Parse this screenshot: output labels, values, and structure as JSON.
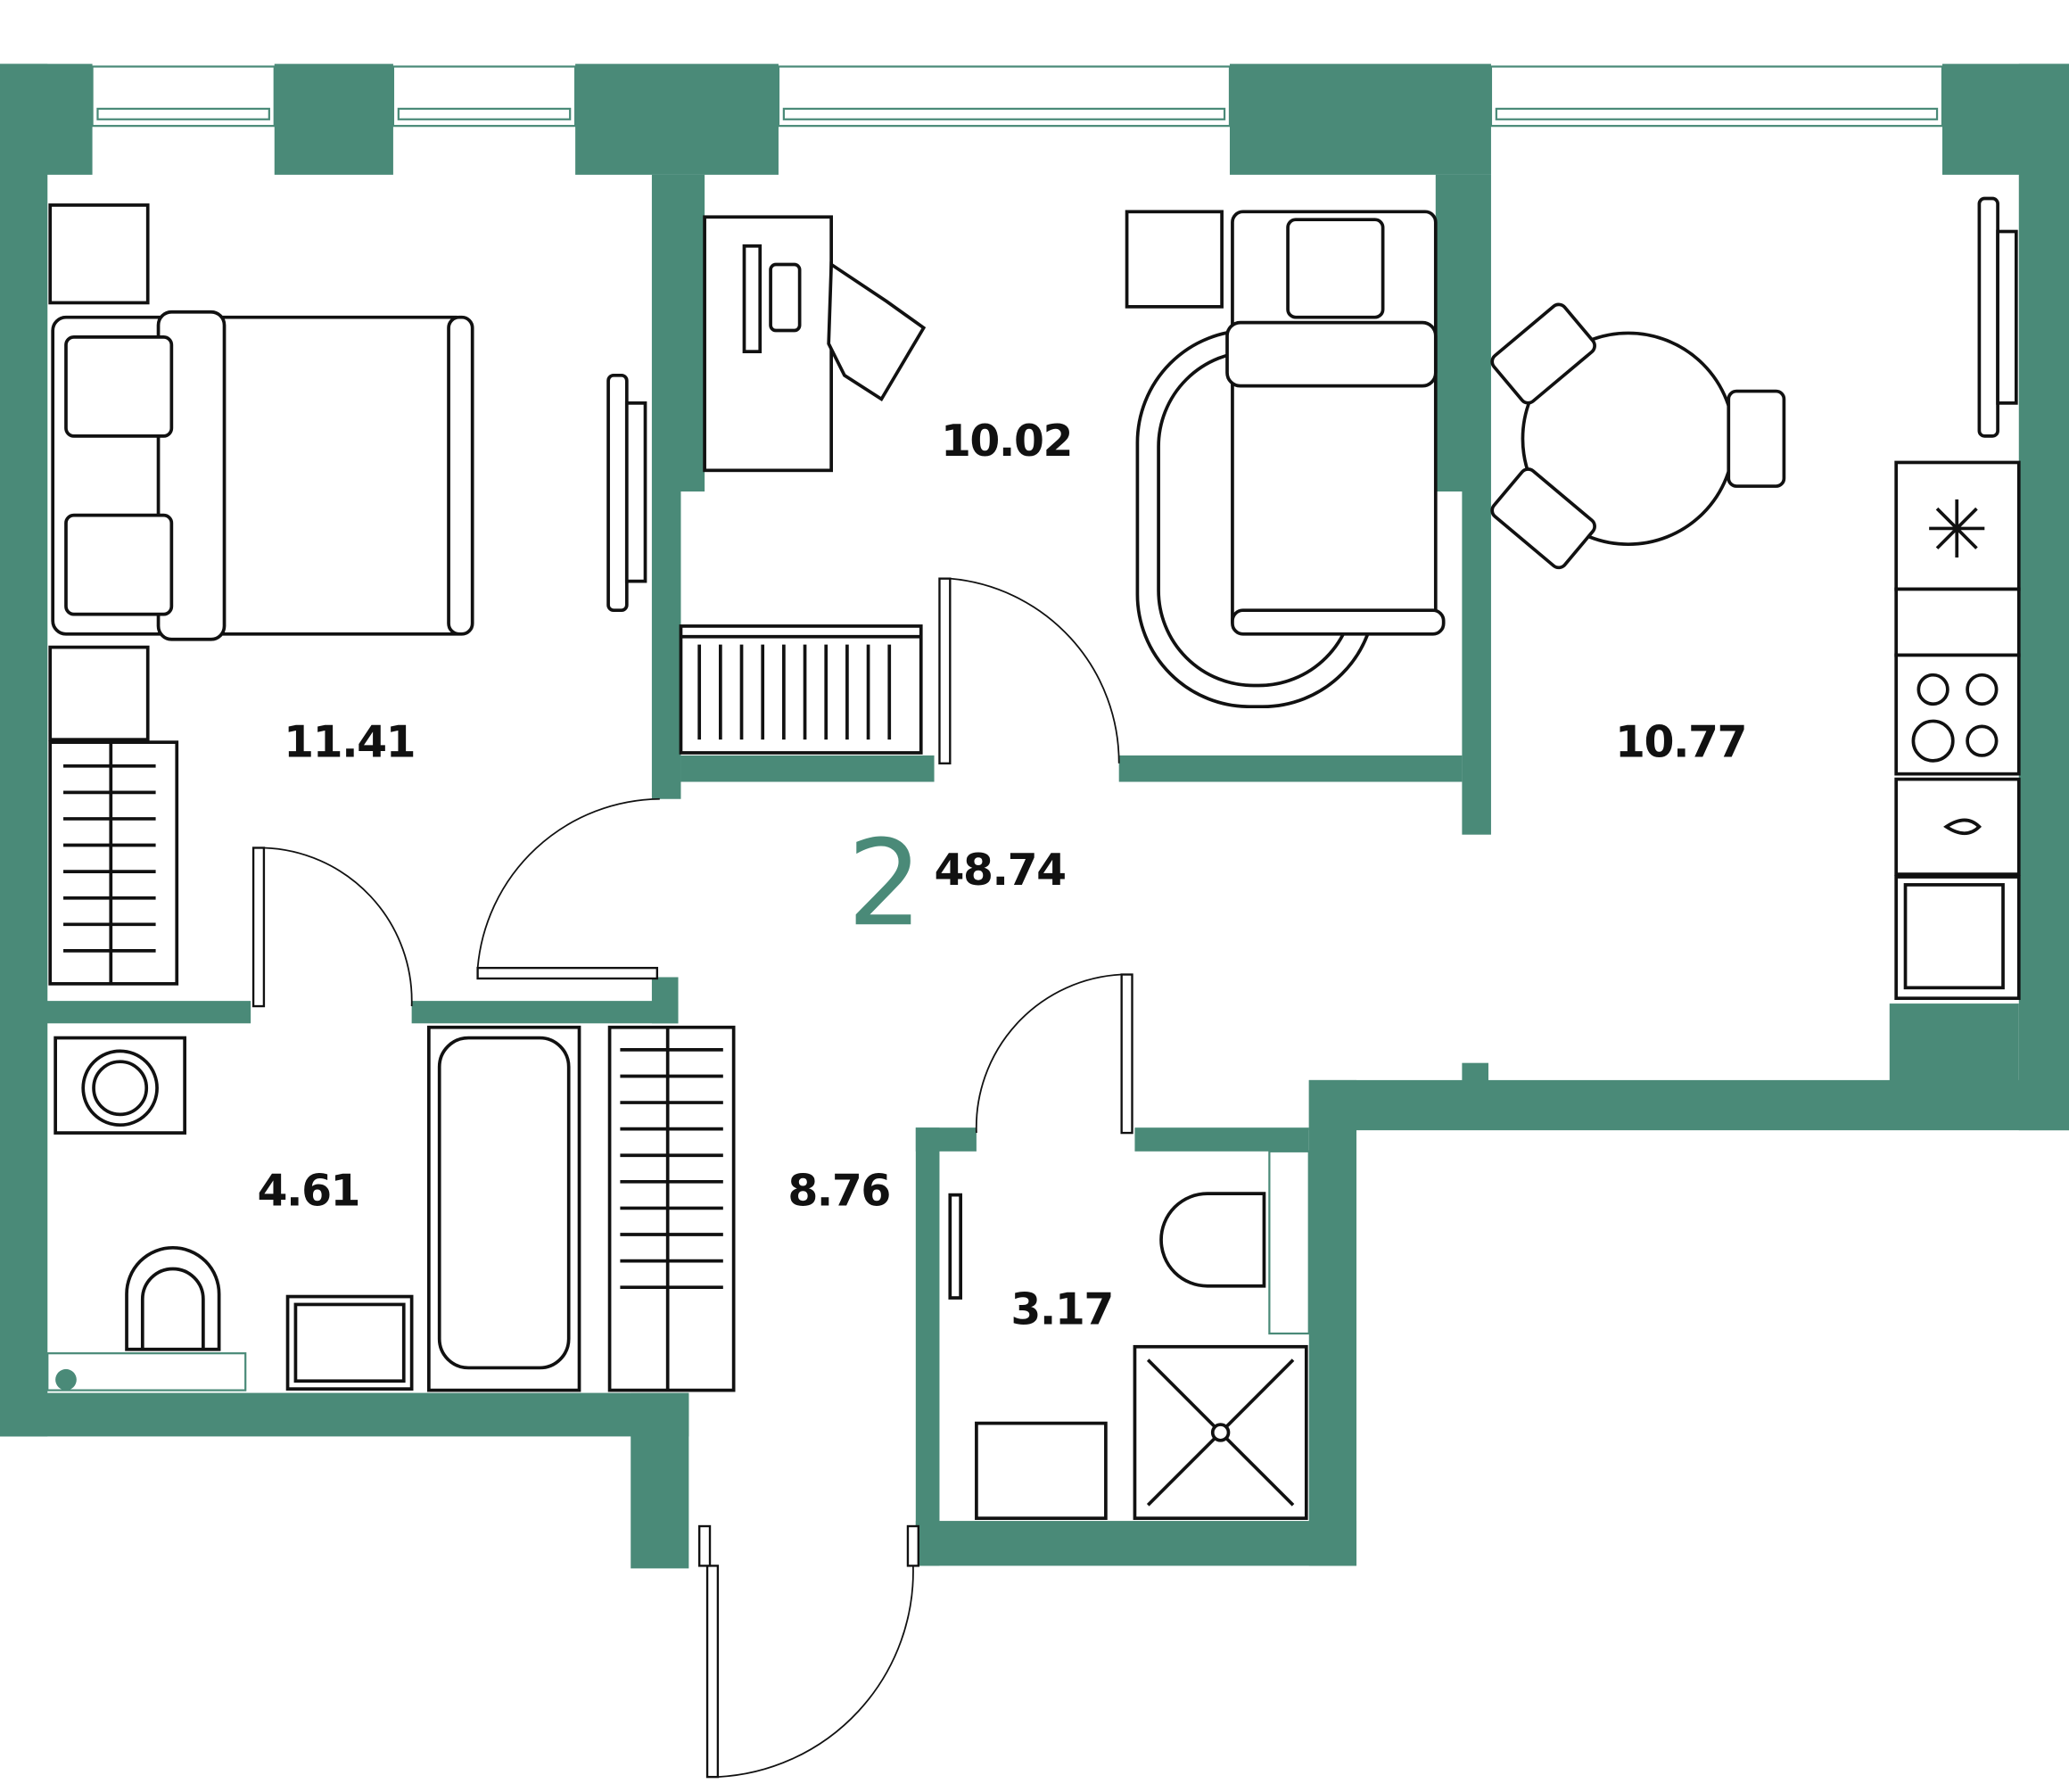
{
  "apartment": {
    "room_count": "2",
    "total_area": "48.74",
    "wall_color": "#4a8a78"
  },
  "rooms": {
    "bedroom_large": "11.41",
    "bedroom_small": "10.02",
    "kitchen": "10.77",
    "bathroom": "4.61",
    "hallway": "8.76",
    "shower_room": "3.17"
  }
}
